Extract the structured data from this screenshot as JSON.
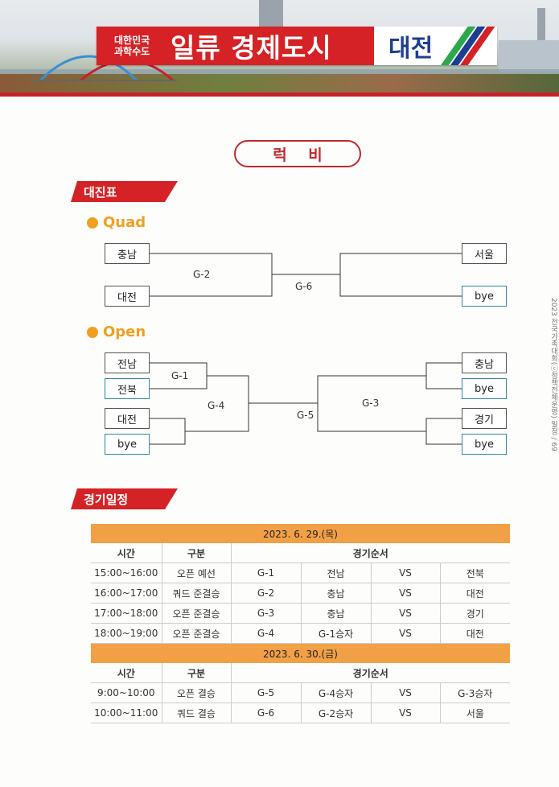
{
  "header": {
    "title_small_1": "대한민국",
    "title_small_2": "과학수도",
    "title_big": "일류 경제도시",
    "title_city": "대전"
  },
  "side_text": "2023 전국가족대회(ⓒ정책전체운영) 일정 / 69",
  "page_title": "럭 비",
  "bracket_section": "대진표",
  "quad": {
    "label": "Quad",
    "teams_left": [
      "충남",
      "대전"
    ],
    "teams_right": [
      "서울",
      "bye"
    ],
    "games": [
      "G-2",
      "G-6"
    ]
  },
  "open": {
    "label": "Open",
    "teams_left": [
      "전남",
      "전북",
      "대전",
      "bye"
    ],
    "teams_right": [
      "충남",
      "bye",
      "경기",
      "bye"
    ],
    "games": [
      "G-1",
      "G-4",
      "G-5",
      "G-3"
    ]
  },
  "schedule_section": "경기일정",
  "schedule": {
    "headers": [
      "시간",
      "구분",
      "경기순서"
    ],
    "days": [
      {
        "date": "2023. 6. 29.(목)",
        "rows": [
          [
            "15:00~16:00",
            "오픈 예선",
            "G-1",
            "전남",
            "VS",
            "전북"
          ],
          [
            "16:00~17:00",
            "쿼드 준결승",
            "G-2",
            "충남",
            "VS",
            "대전"
          ],
          [
            "17:00~18:00",
            "오픈 준결승",
            "G-3",
            "충남",
            "VS",
            "경기"
          ],
          [
            "18:00~19:00",
            "오픈 준결승",
            "G-4",
            "G-1승자",
            "VS",
            "대전"
          ]
        ]
      },
      {
        "date": "2023. 6. 30.(금)",
        "rows": [
          [
            "9:00~10:00",
            "오픈 결승",
            "G-5",
            "G-4승자",
            "VS",
            "G-3승자"
          ],
          [
            "10:00~11:00",
            "쿼드 결승",
            "G-6",
            "G-2승자",
            "VS",
            "서울"
          ]
        ]
      }
    ]
  },
  "colors": {
    "accent_red": "#d42226",
    "orange": "#f0a020",
    "date_bar": "#f2a046",
    "navy": "#1d3f8f"
  }
}
